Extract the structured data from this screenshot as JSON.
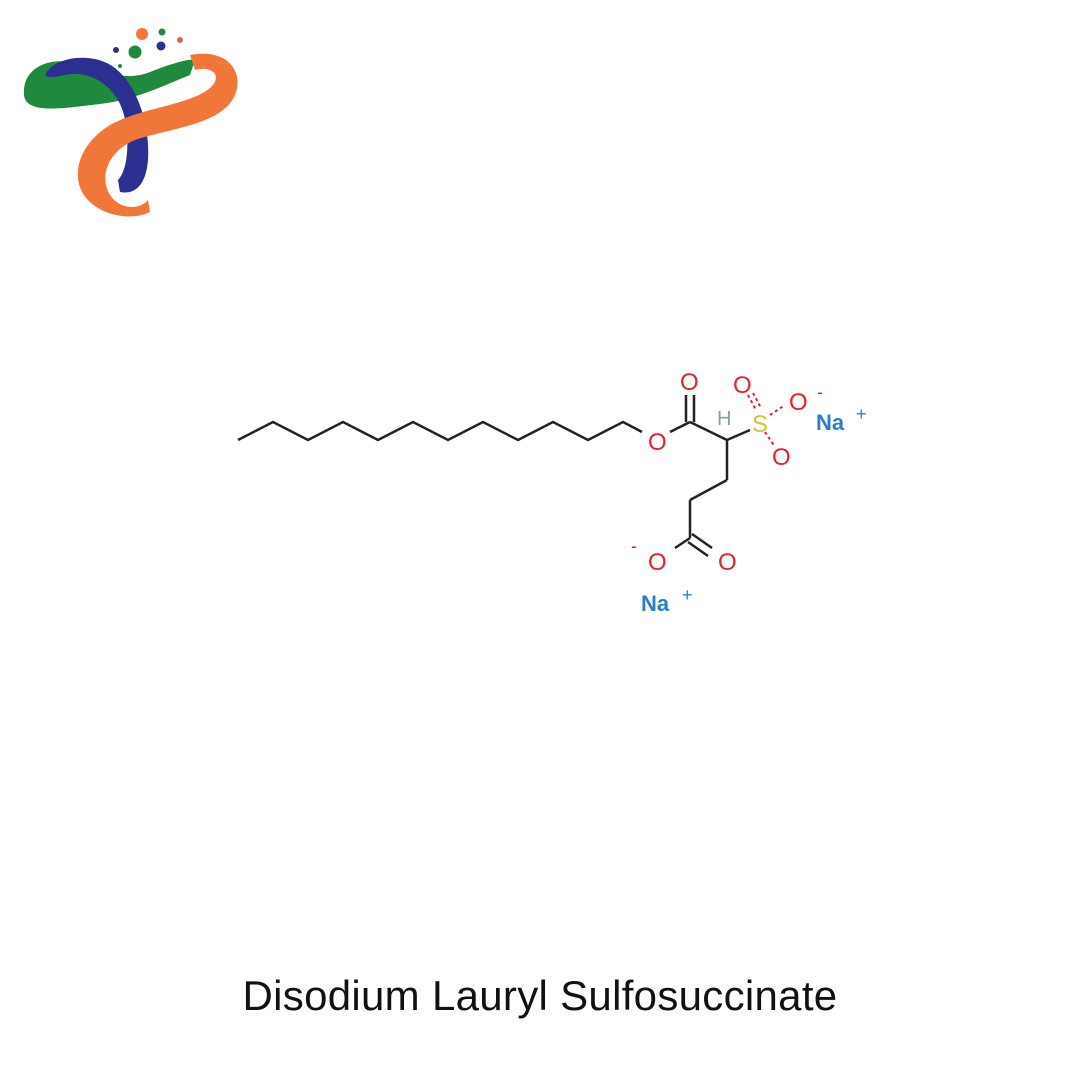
{
  "logo": {
    "name": "brand-logo",
    "colors": {
      "green": "#1f8a3e",
      "blue": "#2b2f8f",
      "orange": "#f0763a"
    }
  },
  "molecule": {
    "name": "Disodium Lauryl Sulfosuccinate",
    "atoms": {
      "o_ester": "O",
      "o_carbonyl": "O",
      "h": "H",
      "s": "S",
      "o_s1": "O",
      "o_s2": "O",
      "o_s_minus": "O",
      "minus1": "-",
      "na1": "Na",
      "plus1": "+",
      "o_carboxylate": "O",
      "o_carboxyl_dbl": "O",
      "minus2": "-",
      "na2": "Na",
      "plus2": "+"
    },
    "colors": {
      "oxygen": "#e8202a",
      "sulfur": "#c8c832",
      "sodium": "#2a7fc4",
      "hydrogen": "#8aa0a0",
      "bond": "#222222"
    }
  },
  "caption": "Disodium Lauryl Sulfosuccinate"
}
